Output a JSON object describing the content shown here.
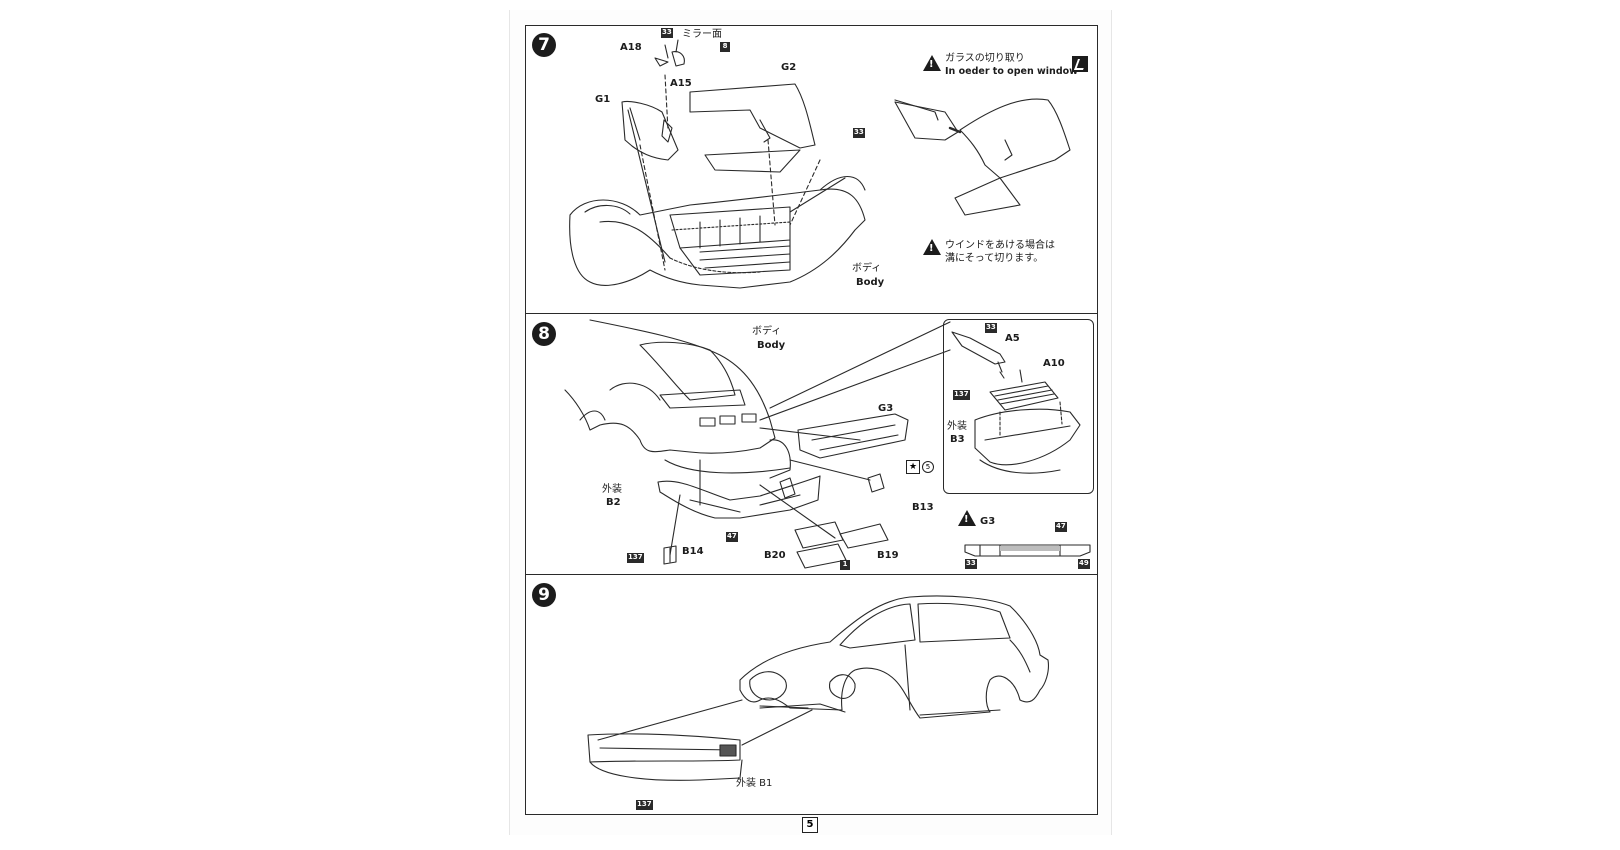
{
  "page": {
    "page_number": "5"
  },
  "steps": {
    "step7": {
      "number": "7",
      "labels": {
        "a18": "A18",
        "a15": "A15",
        "mirror": "ミラー面",
        "g1": "G1",
        "g2": "G2",
        "body_jp": "ボディ",
        "body_en": "Body"
      },
      "paint_codes": {
        "p33_top": "33",
        "p8": "8",
        "p33_right": "33"
      },
      "notes": {
        "cut_glass_jp": "ガラスの切り取り",
        "cut_glass_en": "In oeder to open window",
        "open_window_jp_line1": "ウインドをあける場合は",
        "open_window_jp_line2": "溝にそって切ります。"
      }
    },
    "step8": {
      "number": "8",
      "labels": {
        "body_jp": "ボディ",
        "body_en": "Body",
        "g3": "G3",
        "a5": "A5",
        "a10": "A10",
        "exterior_b3_jp": "外装",
        "b3": "B3",
        "exterior_b2_jp": "外装",
        "b2": "B2",
        "b13": "B13",
        "b14": "B14",
        "b19": "B19",
        "b20": "B20",
        "g3_detail": "G3"
      },
      "paint_codes": {
        "p33_a5": "33",
        "p137_a10": "137",
        "p47": "47",
        "p137_b14": "137",
        "p1": "1",
        "p47_detail": "47",
        "p33_detail": "33",
        "p49_detail": "49"
      },
      "marks": {
        "star": "★",
        "circle_5": "5"
      }
    },
    "step9": {
      "number": "9",
      "labels": {
        "exterior_b1": "外装 B1"
      },
      "paint_codes": {
        "p137": "137"
      }
    }
  }
}
